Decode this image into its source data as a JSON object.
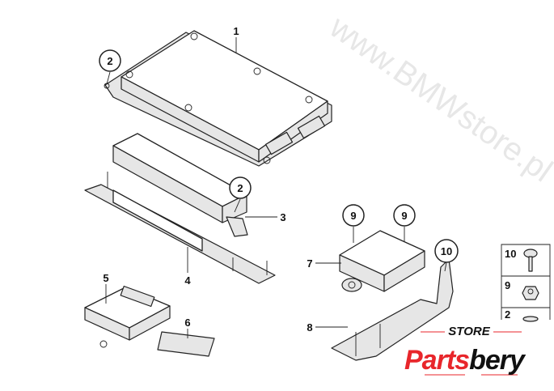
{
  "diagram": {
    "watermark": "www.BMWstore.pl",
    "callouts": [
      {
        "id": "1",
        "label": "1",
        "circled": false
      },
      {
        "id": "2a",
        "label": "2",
        "circled": true
      },
      {
        "id": "2b",
        "label": "2",
        "circled": true
      },
      {
        "id": "3",
        "label": "3",
        "circled": false
      },
      {
        "id": "4",
        "label": "4",
        "circled": false
      },
      {
        "id": "5",
        "label": "5",
        "circled": false
      },
      {
        "id": "6",
        "label": "6",
        "circled": false
      },
      {
        "id": "7",
        "label": "7",
        "circled": false
      },
      {
        "id": "8",
        "label": "8",
        "circled": false
      },
      {
        "id": "9a",
        "label": "9",
        "circled": true
      },
      {
        "id": "9b",
        "label": "9",
        "circled": true
      },
      {
        "id": "10",
        "label": "10",
        "circled": true
      }
    ],
    "legend": [
      {
        "label": "10",
        "icon": "screw-icon"
      },
      {
        "label": "9",
        "icon": "nut-icon"
      },
      {
        "label": "2",
        "icon": "washer-icon"
      }
    ]
  },
  "logo": {
    "top": "STORE",
    "brand_red": "Parts",
    "brand_black": "bery",
    "accent": "#e8262b"
  }
}
